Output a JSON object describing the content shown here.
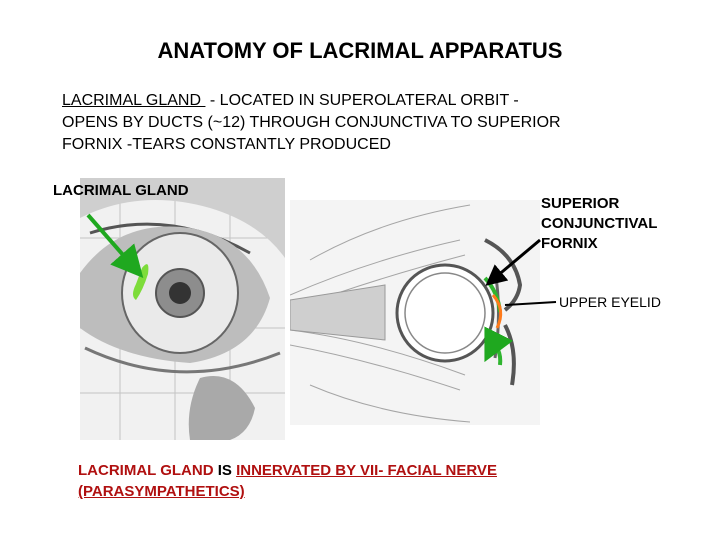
{
  "slide": {
    "title": "ANATOMY OF LACRIMAL APPARATUS",
    "intro": {
      "term": "LACRIMAL GLAND",
      "rest_line1": " - LOCATED IN SUPEROLATERAL ORBIT -",
      "line2": "OPENS BY DUCTS (~12) THROUGH CONJUNCTIVA TO SUPERIOR",
      "line3": "FORNIX -TEARS CONSTANTLY PRODUCED"
    },
    "labels": {
      "lacrimal_gland": "LACRIMAL GLAND",
      "fornix_line1": "SUPERIOR",
      "fornix_line2": "CONJUNCTIVAL",
      "fornix_line3": "FORNIX",
      "upper_eyelid": "UPPER EYELID"
    },
    "caption": {
      "term": "LACRIMAL GLAND",
      "is": " IS ",
      "innervation": "INNERVATED BY VII- FACIAL NERVE",
      "line2": "(PARASYMPATHETICS)"
    }
  },
  "colors": {
    "gland_green": "#7ddc3a",
    "arrow_green": "#1fa81f",
    "accent_red": "#b01010",
    "tissue_orange": "#ff7a1a"
  }
}
